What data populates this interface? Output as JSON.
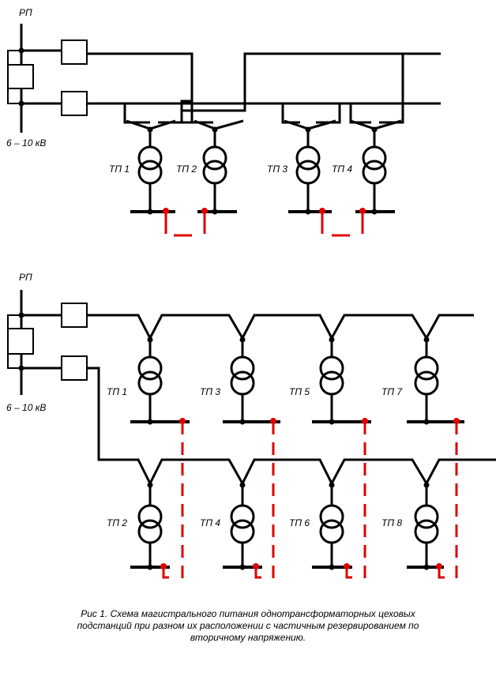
{
  "top": {
    "rp_label": "РП",
    "voltage_label": "6 – 10 кВ",
    "tp_labels": [
      "ТП 1",
      "ТП 2",
      "ТП 3",
      "ТП 4"
    ]
  },
  "bottom": {
    "rp_label": "РП",
    "voltage_label": "6 – 10 кВ",
    "tp_upper": [
      "ТП 1",
      "ТП 3",
      "ТП 5",
      "ТП 7"
    ],
    "tp_lower": [
      "ТП 2",
      "ТП 4",
      "ТП 6",
      "ТП 8"
    ]
  },
  "caption": {
    "line1": "Рис 1. Схема магистрального питания однотрансформаторных цеховых",
    "line2": "подстанций при разном их расположении с частичным резервированием по",
    "line3": "вторичному напряжению."
  },
  "colors": {
    "line": "#000000",
    "reserve": "#e00000"
  }
}
